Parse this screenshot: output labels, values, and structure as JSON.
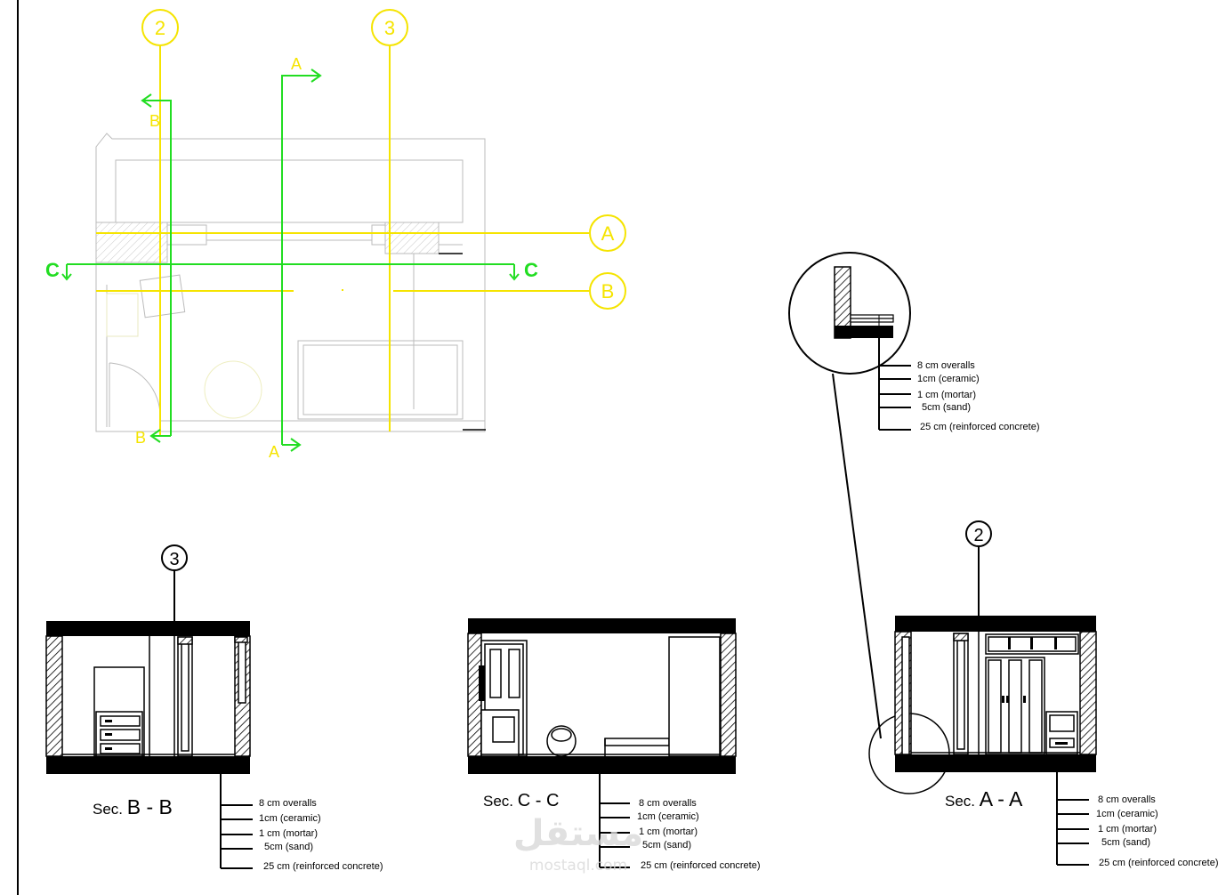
{
  "plan": {
    "grid_top": [
      "2",
      "3"
    ],
    "grid_right": [
      "A",
      "B"
    ],
    "cut_labels": {
      "a": "A",
      "b": "B",
      "c": "C"
    }
  },
  "detail": {
    "layers": [
      "8 cm overalls",
      "1cm (ceramic)",
      "1 cm (mortar)",
      "5cm (sand)",
      "25 cm (reinforced concrete)"
    ]
  },
  "sections": [
    {
      "id": "bb",
      "prefix": "Sec. ",
      "name": "B - B",
      "grid": "3",
      "layers": [
        "8 cm overalls",
        "1cm (ceramic)",
        "1 cm (mortar)",
        "5cm (sand)",
        "25 cm (reinforced concrete)"
      ]
    },
    {
      "id": "cc",
      "prefix": "Sec. ",
      "name": "C - C",
      "grid": "",
      "layers": [
        "8 cm overalls",
        "1cm (ceramic)",
        "1 cm (mortar)",
        "5cm (sand)",
        "25 cm (reinforced concrete)"
      ]
    },
    {
      "id": "aa",
      "prefix": "Sec. ",
      "name": "A - A",
      "grid": "2",
      "layers": [
        "8 cm overalls",
        "1cm (ceramic)",
        "1 cm (mortar)",
        "5cm (sand)",
        "25 cm (reinforced concrete)"
      ]
    }
  ],
  "watermark": {
    "arabic": "مستقل",
    "latin": "mostaql.com"
  },
  "colors": {
    "grid": "#f5e400",
    "cut": "#22dd22",
    "plan_line": "#bbbbbb",
    "ink": "#000000"
  }
}
